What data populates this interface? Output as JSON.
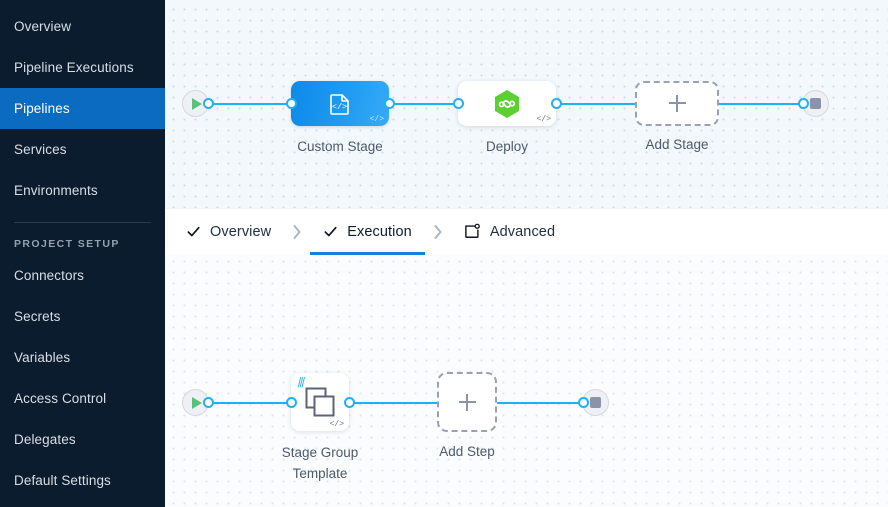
{
  "sidebar": {
    "items": [
      {
        "label": "Overview",
        "active": false
      },
      {
        "label": "Pipeline Executions",
        "active": false
      },
      {
        "label": "Pipelines",
        "active": true
      },
      {
        "label": "Services",
        "active": false
      },
      {
        "label": "Environments",
        "active": false
      }
    ],
    "section_label": "PROJECT SETUP",
    "setup_items": [
      {
        "label": "Connectors"
      },
      {
        "label": "Secrets"
      },
      {
        "label": "Variables"
      },
      {
        "label": "Access Control"
      },
      {
        "label": "Delegates"
      },
      {
        "label": "Default Settings"
      }
    ],
    "active_color": "#0b6bc0",
    "background_color": "#0b1c2e"
  },
  "tabs": {
    "items": [
      {
        "label": "Overview",
        "icon": "check-icon",
        "active": false,
        "completed": true
      },
      {
        "label": "Execution",
        "icon": "check-icon",
        "active": true,
        "completed": true
      },
      {
        "label": "Advanced",
        "icon": "advanced-settings-icon",
        "active": false,
        "completed": false
      }
    ],
    "separator_icon": "chevron-right-icon",
    "active_underline_color": "#1b7fd4"
  },
  "stage_canvas": {
    "start_node": {
      "icon": "play-icon",
      "color": "#58c27d"
    },
    "end_node": {
      "icon": "stop-icon",
      "color": "#8b93a8"
    },
    "nodes": [
      {
        "label": "Custom Stage",
        "type": "custom-stage",
        "icon": "custom-stage-code-icon",
        "badge": "</>",
        "style": "blue-gradient"
      },
      {
        "label": "Deploy",
        "type": "deploy-stage",
        "icon": "harness-cd-hexagon-icon",
        "badge": "</>",
        "style": "white-card"
      },
      {
        "label": "Add Stage",
        "type": "add-stage",
        "icon": "plus-icon",
        "style": "dashed"
      }
    ]
  },
  "step_canvas": {
    "start_node": {
      "icon": "play-icon",
      "color": "#58c27d"
    },
    "end_node": {
      "icon": "stop-icon",
      "color": "#8b93a8"
    },
    "nodes": [
      {
        "label": "Stage Group\nTemplate",
        "type": "stage-group-template",
        "icon": "stacked-squares-icon",
        "badge": "</>",
        "template_mark": "|||",
        "style": "white-square"
      },
      {
        "label": "Add Step",
        "type": "add-step",
        "icon": "plus-icon",
        "style": "dashed"
      }
    ]
  },
  "colors": {
    "edge": "#22b0f0",
    "stage_canvas_bg": "#f2f8fc",
    "step_canvas_bg": "#fafcfd"
  }
}
